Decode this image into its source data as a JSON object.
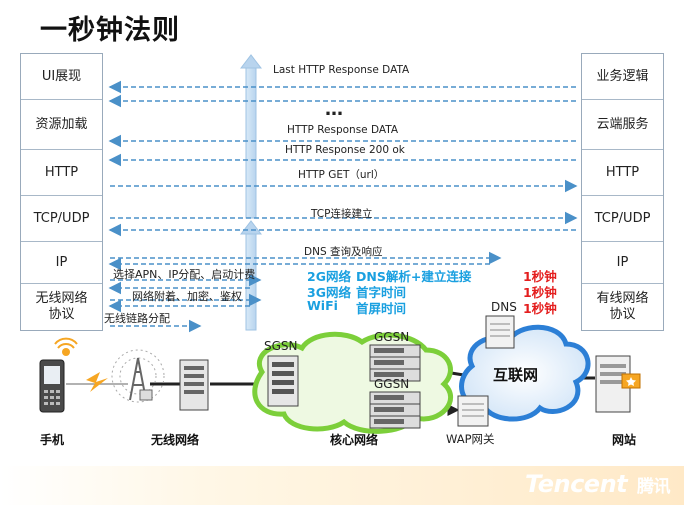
{
  "title": "一秒钟法则",
  "left_stack": [
    "UI展现",
    "资源加载",
    "HTTP",
    "TCP/UDP",
    "IP",
    "无线网络\n协议"
  ],
  "right_stack": [
    "业务逻辑",
    "云端服务",
    "HTTP",
    "TCP/UDP",
    "IP",
    "有线网络\n协议"
  ],
  "messages": {
    "last_response": "Last HTTP Response DATA",
    "ellipsis": "…",
    "response_data": "HTTP Response DATA",
    "response_ok": "HTTP Response 200 ok",
    "get": "HTTP GET（url）",
    "tcp": "TCP连接建立",
    "dns": "DNS 查询及响应"
  },
  "radio_steps": [
    "选择APN、IP分配、启动计费",
    "网络附着、加密、鉴权",
    "无线链路分配"
  ],
  "stats": [
    {
      "network": "2G网络",
      "metric": "DNS解析+建立连接",
      "target": "1秒钟"
    },
    {
      "network": "3G网络",
      "metric": "首字时间",
      "target": "1秒钟"
    },
    {
      "network": "WiFi",
      "metric": "首屏时间",
      "target": "1秒钟"
    }
  ],
  "labels": {
    "dns": "DNS",
    "sgsn": "SGSN",
    "ggsn1": "GGSN",
    "ggsn2": "GGSN",
    "internet": "互联网",
    "wap_gateway": "WAP网关"
  },
  "captions": {
    "phone": "手机",
    "wireless": "无线网络",
    "core": "核心网络",
    "site": "网站"
  },
  "brand": {
    "name": "Tencent",
    "cn": "腾讯"
  },
  "colors": {
    "arrow": "#2f7fc0",
    "dash_arrow": "#4a90c8",
    "stat_blue": "#1aa0e0",
    "stat_red": "#e41e1e",
    "core_green": "#7ccf3a",
    "cloud_blue": "#2c7fd6",
    "antenna_orange": "#f6a623"
  }
}
